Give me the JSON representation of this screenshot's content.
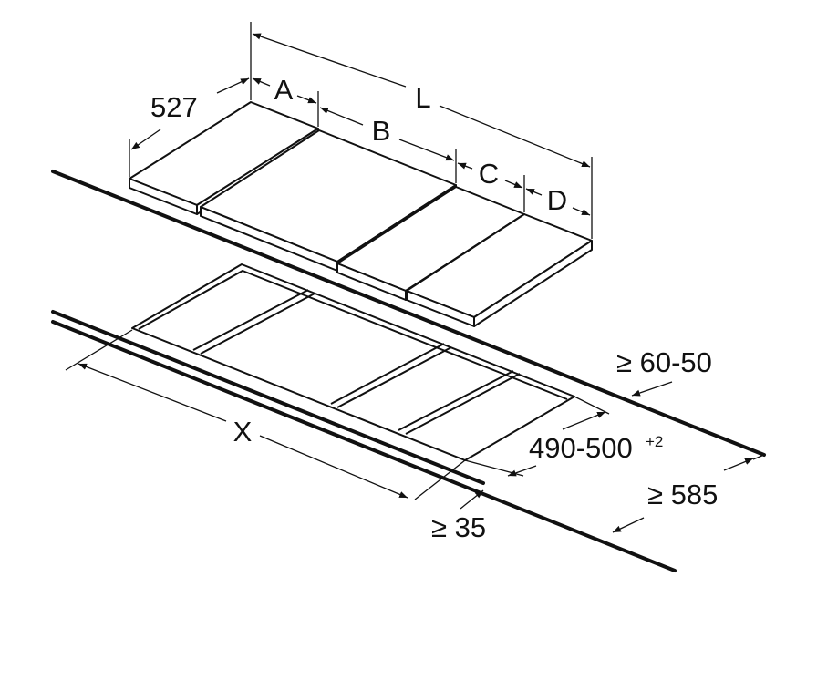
{
  "colors": {
    "ink": "#111111",
    "background": "#ffffff"
  },
  "dimensions": {
    "depth": "527",
    "width_a": "A",
    "width_b": "B",
    "width_c": "C",
    "width_d": "D",
    "total_length": "L",
    "cutout_length": "X",
    "worktop_thickness": "≥ 60-50",
    "cutout_depth": "490-500",
    "cutout_depth_tolerance": "+2",
    "worktop_depth": "≥ 585",
    "front_distance": "≥ 35"
  }
}
